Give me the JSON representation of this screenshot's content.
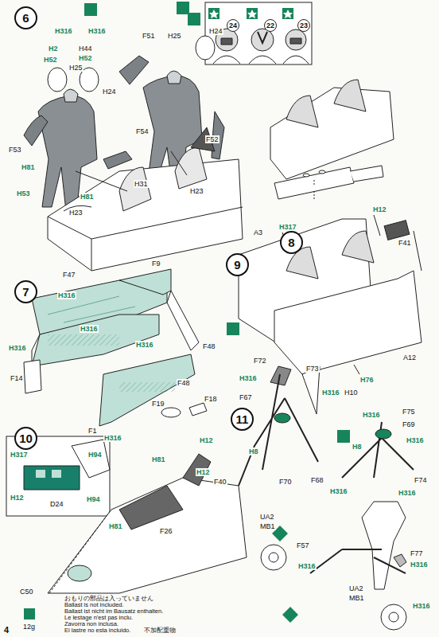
{
  "diagram": {
    "nodes": [
      {
        "text": [
          "6"
        ]
      },
      {
        "text": [
          "7"
        ]
      },
      {
        "text": [
          "8"
        ]
      },
      {
        "text": [
          "9"
        ]
      },
      {
        "text": [
          "10"
        ]
      },
      {
        "text": [
          "11"
        ]
      }
    ],
    "labels": [
      "H316",
      "H2",
      "H52",
      "H316",
      "H44",
      "H52",
      "H25",
      "H24",
      "F51",
      "H25",
      "H24",
      "F53",
      "H81",
      "H53",
      "H81",
      "H23",
      "H31",
      "F54",
      "F52",
      "H23",
      "24",
      "22",
      "23",
      "F47",
      "F9",
      "H316",
      "H316",
      "H316",
      "H316",
      "F48",
      "F14",
      "F48",
      "F19",
      "F18",
      "H316",
      "H317",
      "H12",
      "F41",
      "A3",
      "A12",
      "H76",
      "H10",
      "F1",
      "H317",
      "H94",
      "H12",
      "H94",
      "D24",
      "H12",
      "H81",
      "H12",
      "F40",
      "H81",
      "F26",
      "C50",
      "12g",
      "おもりの部品は入っていません",
      "Ballast is not included.",
      "Ballast ist nicht im Bausatz enthalten.",
      "Le lestage n'est pas inclu.",
      "Zavorra non inclusa.",
      "El lastre no esta incluido.",
      "不加配重物",
      "4",
      "F72",
      "H316",
      "F73",
      "H316",
      "F67",
      "H8",
      "F70",
      "F68",
      "H316",
      "F75",
      "H316",
      "F69",
      "H316",
      "H8",
      "F74",
      "H316",
      "UA2",
      "MB1",
      "F57",
      "H316",
      "F77",
      "H316",
      "UA2",
      "MB1",
      "H316"
    ]
  }
}
